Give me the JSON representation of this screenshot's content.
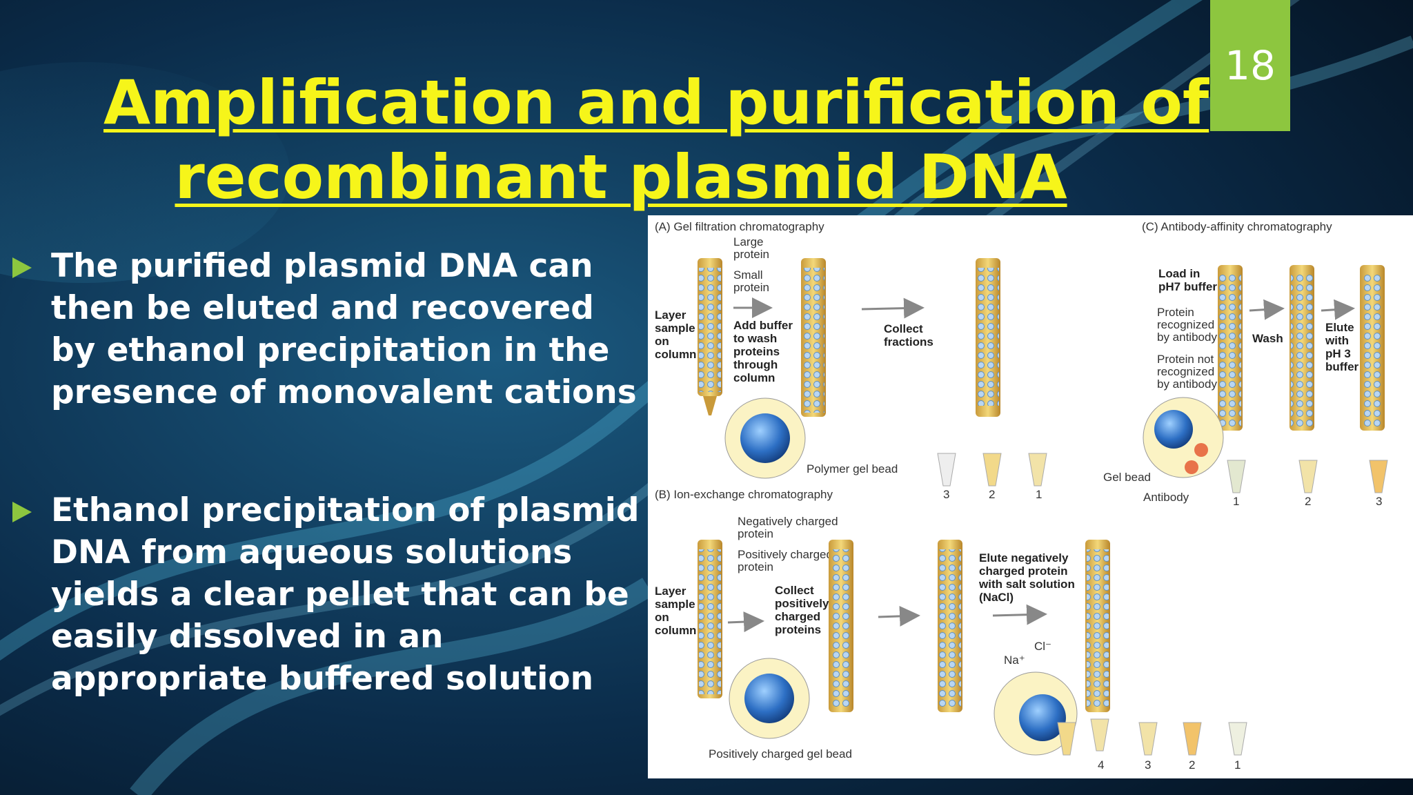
{
  "slide": {
    "number": "18",
    "title_line1": "Amplification and purification of",
    "title_line2": "recombinant plasmid DNA",
    "bullets": [
      {
        "text": "The purified plasmid DNA can then be eluted and recovered by ethanol precipitation in the presence of monovalent cations"
      },
      {
        "text": "Ethanol precipitation of plasmid DNA from aqueous solutions yields a clear pellet that can be easily dissolved in an appropriate buffered solution"
      }
    ]
  },
  "colors": {
    "title": "#f6f51a",
    "accent": "#8dc63f",
    "background": "#0a2a44"
  },
  "figure": {
    "panel_a": {
      "title": "(A)  Gel filtration chromatography",
      "large_protein": [
        "Large",
        "protein"
      ],
      "small_protein": [
        "Small",
        "protein"
      ],
      "layer": [
        "Layer",
        "sample",
        "on",
        "column"
      ],
      "add_buffer": [
        "Add buffer",
        "to wash",
        "proteins",
        "through",
        "column"
      ],
      "collect": [
        "Collect",
        "fractions"
      ],
      "bead": "Polymer gel bead",
      "tubes": [
        "3",
        "2",
        "1"
      ]
    },
    "panel_b": {
      "title": "(B)  Ion-exchange chromatography",
      "neg": [
        "Negatively charged",
        "protein"
      ],
      "pos": [
        "Positively charged",
        "protein"
      ],
      "layer": [
        "Layer",
        "sample",
        "on",
        "column"
      ],
      "collect": [
        "Collect",
        "positively",
        "charged",
        "proteins"
      ],
      "elute": [
        "Elute negatively",
        "charged protein",
        "with salt solution",
        "(NaCl)"
      ],
      "na": "Na⁺",
      "cl": "Cl⁻",
      "bead": "Positively charged gel bead",
      "tubes": [
        "4",
        "3",
        "2",
        "1"
      ]
    },
    "panel_c": {
      "title": "(C)  Antibody-affinity chromatography",
      "load": [
        "Load in",
        "pH7 buffer"
      ],
      "recognized": [
        "Protein",
        "recognized",
        "by antibody"
      ],
      "not_recognized": [
        "Protein not",
        "recognized",
        "by antibody"
      ],
      "wash": "Wash",
      "elute": [
        "Elute",
        "with",
        "pH 3",
        "buffer"
      ],
      "gel_bead": "Gel bead",
      "antibody": "Antibody",
      "tubes": [
        "1",
        "2",
        "3"
      ]
    }
  }
}
